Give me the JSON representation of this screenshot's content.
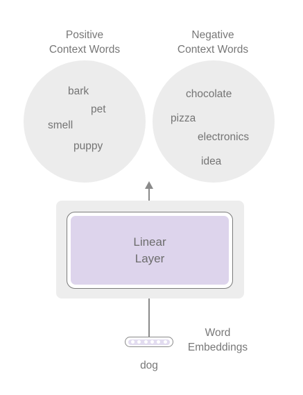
{
  "headings": {
    "positive": [
      "Positive",
      "Context Words"
    ],
    "negative": [
      "Negative",
      "Context Words"
    ]
  },
  "positive_words": [
    "bark",
    "pet",
    "smell",
    "puppy"
  ],
  "negative_words": [
    "chocolate",
    "pizza",
    "electronics",
    "idea"
  ],
  "layer": {
    "line1": "Linear",
    "line2": "Layer"
  },
  "embedding": {
    "line1": "Word",
    "line2": "Embeddings",
    "token": "dog"
  },
  "colors": {
    "circle_fill": "#ececec",
    "panel_fill": "#ededed",
    "layer_fill": "#ddd4ec",
    "arrow": "#8a8a8a"
  }
}
